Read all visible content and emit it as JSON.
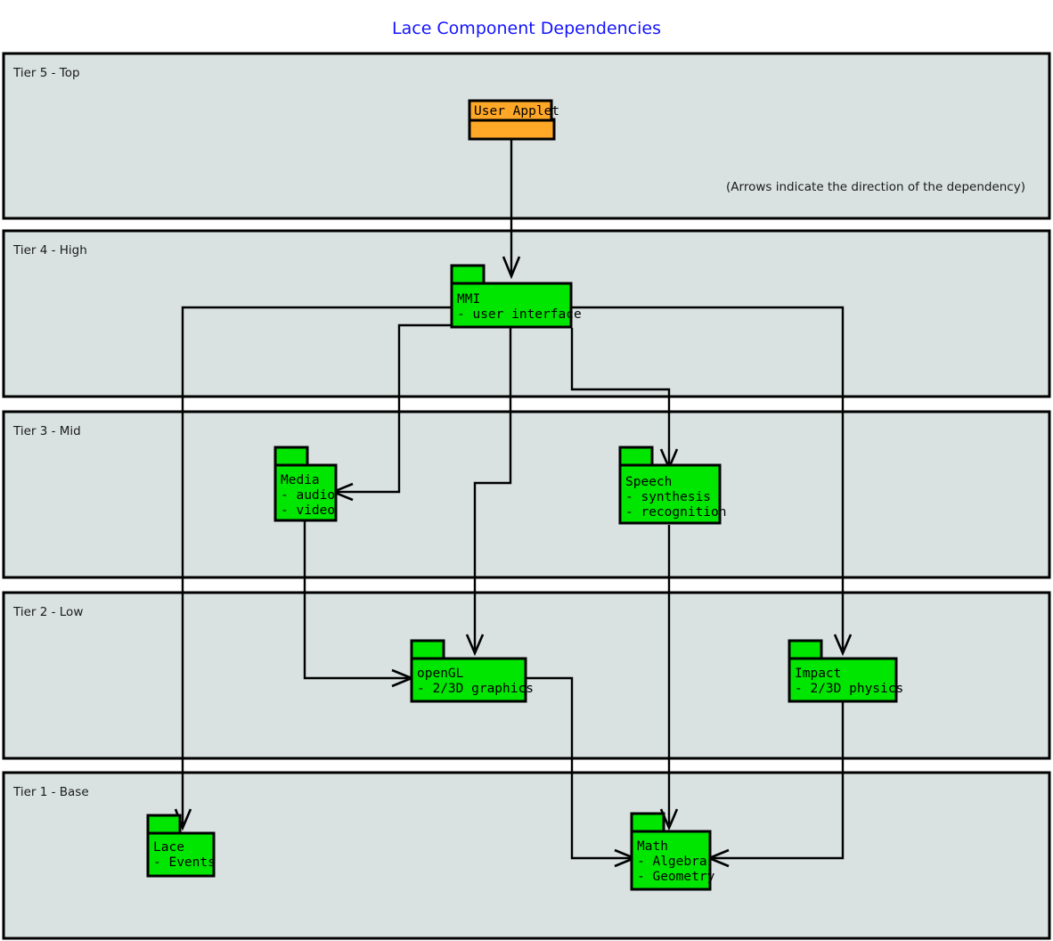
{
  "title": "Lace Component Dependencies",
  "title_color": "#1414ff",
  "note": "(Arrows indicate the direction of the dependency)",
  "colors": {
    "tier_fill": "#d9e2e1",
    "package_green": "#00e600",
    "package_orange": "#ffa726",
    "stroke": "#000000",
    "background": "#ffffff"
  },
  "tiers": [
    {
      "id": "tier5",
      "label": "Tier 5 - Top"
    },
    {
      "id": "tier4",
      "label": "Tier 4 - High"
    },
    {
      "id": "tier3",
      "label": "Tier 3 - Mid"
    },
    {
      "id": "tier2",
      "label": "Tier 2 - Low"
    },
    {
      "id": "tier1",
      "label": "Tier 1 - Base"
    }
  ],
  "packages": [
    {
      "id": "user-applet",
      "tier": "tier5",
      "color": "orange",
      "lines": [
        "User Applet"
      ]
    },
    {
      "id": "mmi",
      "tier": "tier4",
      "color": "green",
      "lines": [
        "MMI",
        "- user interface"
      ]
    },
    {
      "id": "media",
      "tier": "tier3",
      "color": "green",
      "lines": [
        "Media",
        "- audio",
        "- video"
      ]
    },
    {
      "id": "speech",
      "tier": "tier3",
      "color": "green",
      "lines": [
        "Speech",
        "- synthesis",
        "- recognition"
      ]
    },
    {
      "id": "opengl",
      "tier": "tier2",
      "color": "green",
      "lines": [
        "openGL",
        "- 2/3D graphics"
      ]
    },
    {
      "id": "impact",
      "tier": "tier2",
      "color": "green",
      "lines": [
        "Impact",
        "- 2/3D physics"
      ]
    },
    {
      "id": "lace",
      "tier": "tier1",
      "color": "green",
      "lines": [
        "Lace",
        "- Events"
      ]
    },
    {
      "id": "math",
      "tier": "tier1",
      "color": "green",
      "lines": [
        "Math",
        "- Algebra",
        "- Geometry"
      ]
    }
  ],
  "dependencies": [
    {
      "from": "user-applet",
      "to": "mmi"
    },
    {
      "from": "mmi",
      "to": "media"
    },
    {
      "from": "mmi",
      "to": "speech"
    },
    {
      "from": "mmi",
      "to": "opengl"
    },
    {
      "from": "mmi",
      "to": "impact"
    },
    {
      "from": "mmi",
      "to": "lace"
    },
    {
      "from": "media",
      "to": "opengl"
    },
    {
      "from": "speech",
      "to": "math"
    },
    {
      "from": "opengl",
      "to": "math"
    },
    {
      "from": "impact",
      "to": "math"
    }
  ]
}
